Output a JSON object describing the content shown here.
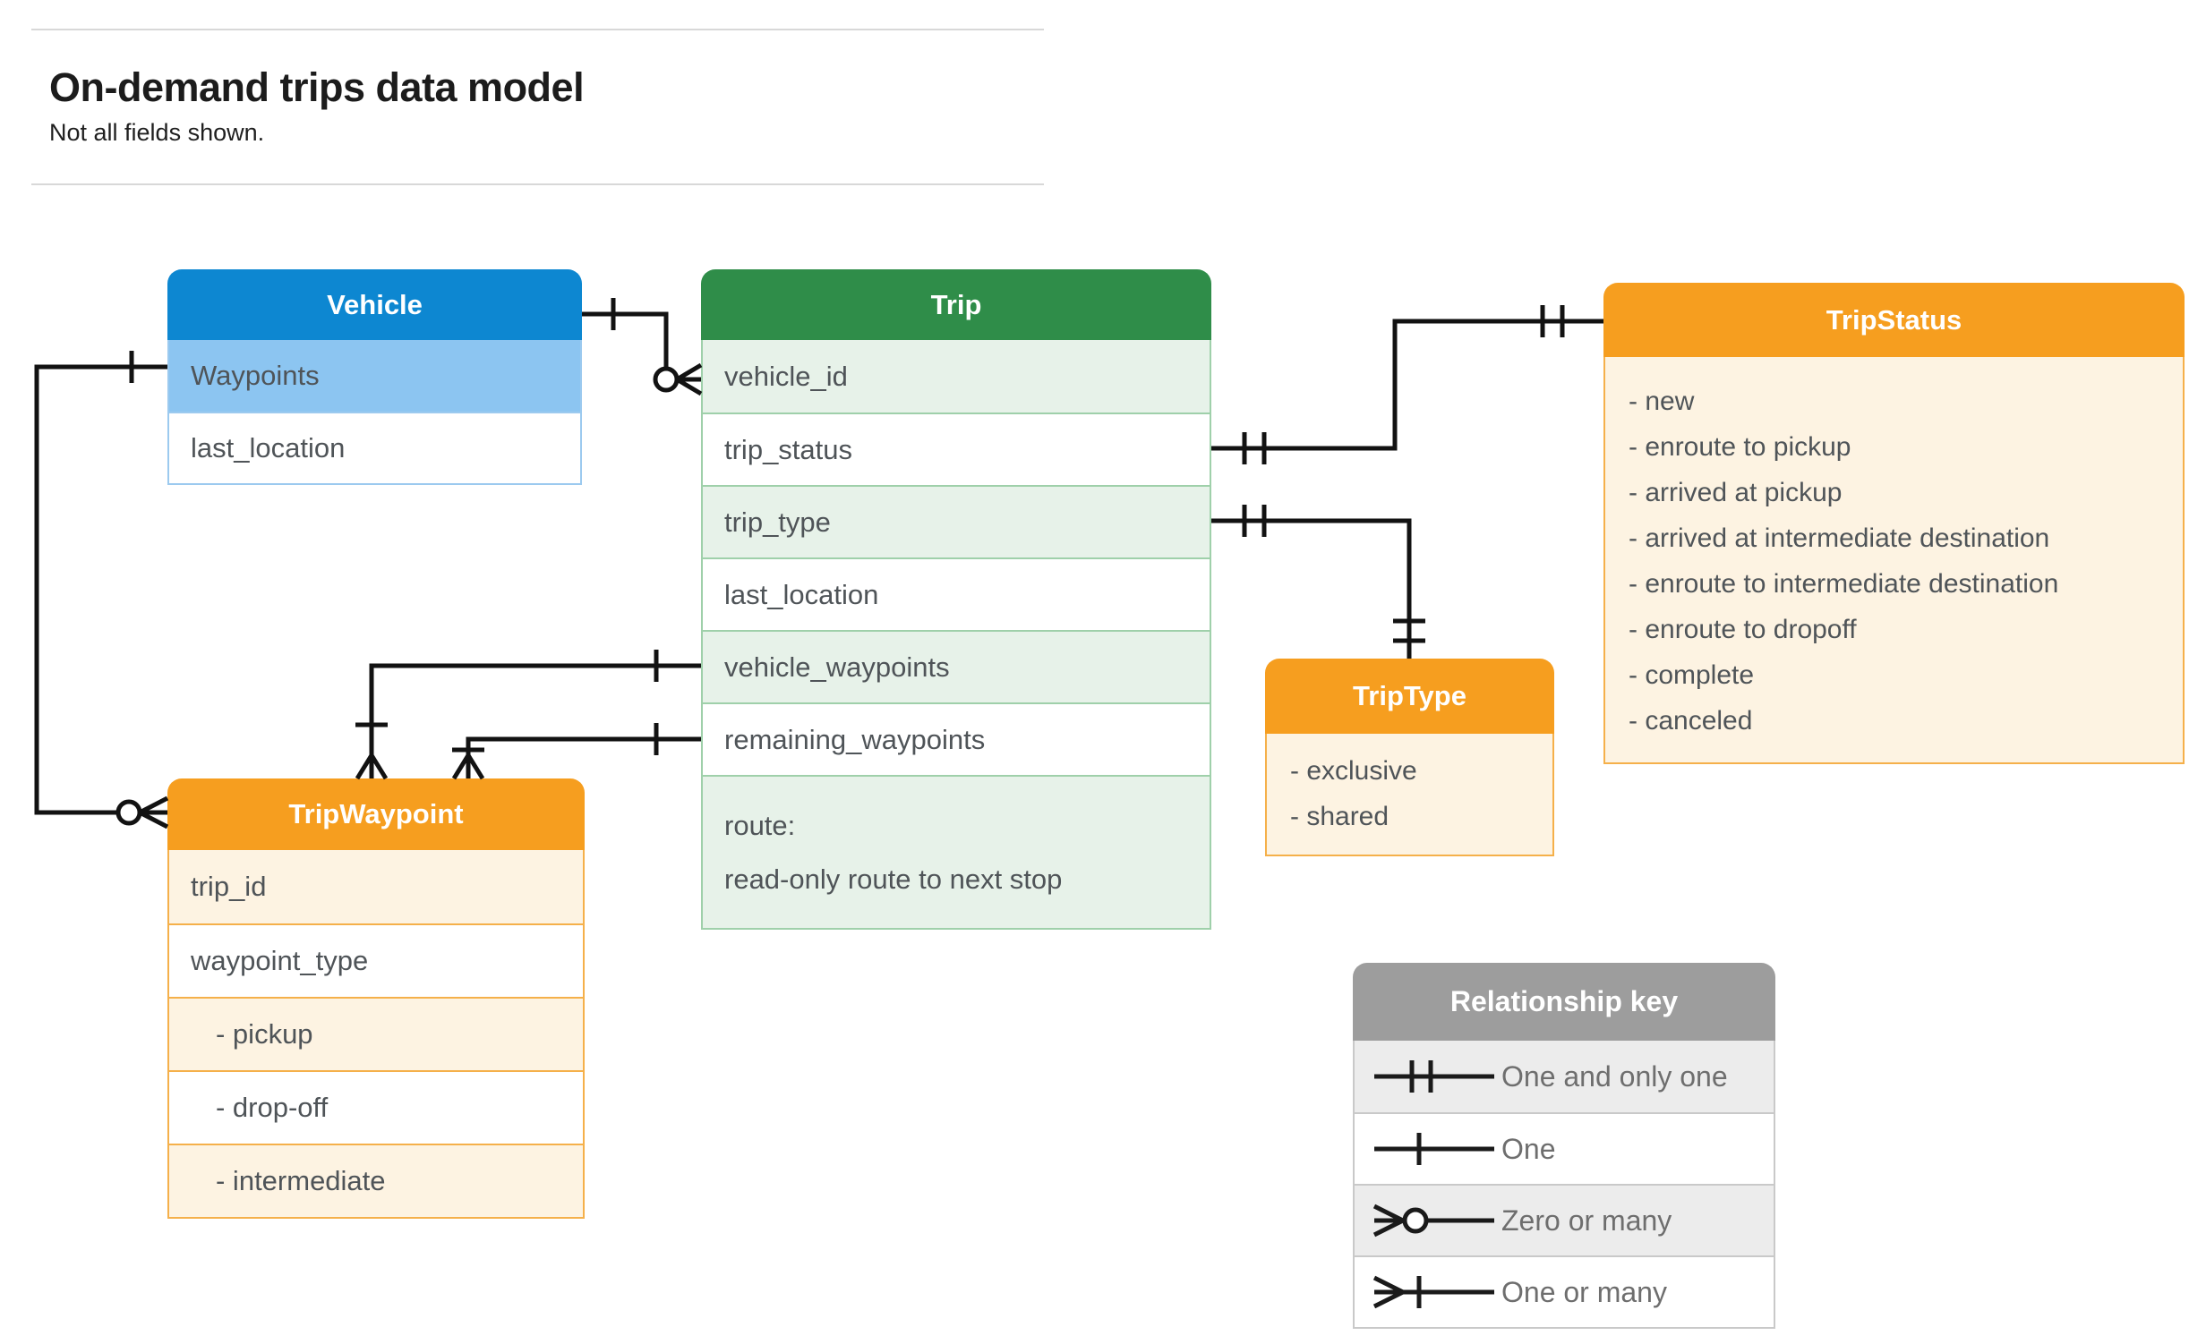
{
  "page": {
    "title": "On-demand trips data model",
    "subtitle": "Not all fields shown."
  },
  "entities": {
    "vehicle": {
      "title": "Vehicle",
      "rows": [
        {
          "label": "Waypoints"
        },
        {
          "label": "last_location"
        }
      ]
    },
    "trip": {
      "title": "Trip",
      "rows": [
        {
          "label": "vehicle_id"
        },
        {
          "label": "trip_status"
        },
        {
          "label": "trip_type"
        },
        {
          "label": "last_location"
        },
        {
          "label": "vehicle_waypoints"
        },
        {
          "label": "remaining_waypoints"
        },
        {
          "label": "route:",
          "sublabel": "read-only route to next stop"
        }
      ]
    },
    "trip_status": {
      "title": "TripStatus",
      "items": [
        "- new",
        "- enroute to pickup",
        "- arrived at pickup",
        "- arrived at intermediate destination",
        "- enroute to intermediate destination",
        "- enroute to dropoff",
        "- complete",
        "- canceled"
      ]
    },
    "trip_type": {
      "title": "TripType",
      "items": [
        "- exclusive",
        "- shared"
      ]
    },
    "trip_waypoint": {
      "title": "TripWaypoint",
      "rows": [
        {
          "label": "trip_id"
        },
        {
          "label": "waypoint_type"
        },
        {
          "label": "- pickup"
        },
        {
          "label": "- drop-off"
        },
        {
          "label": "- intermediate"
        }
      ]
    }
  },
  "legend": {
    "title": "Relationship key",
    "items": [
      {
        "symbol": "one-and-only-one",
        "label": "One and only one"
      },
      {
        "symbol": "one",
        "label": "One"
      },
      {
        "symbol": "zero-or-many",
        "label": "Zero or many"
      },
      {
        "symbol": "one-or-many",
        "label": "One or many"
      }
    ]
  },
  "colors": {
    "blue_header": "#0d87d1",
    "blue_light": "#8cc5f1",
    "green_header": "#2f8d49",
    "green_light": "#e7f2e9",
    "orange_header": "#f69e1f",
    "cream": "#fdf3e2",
    "key_header_gray": "#9d9d9d",
    "key_row_gray": "#ececec",
    "connector": "#121212"
  }
}
